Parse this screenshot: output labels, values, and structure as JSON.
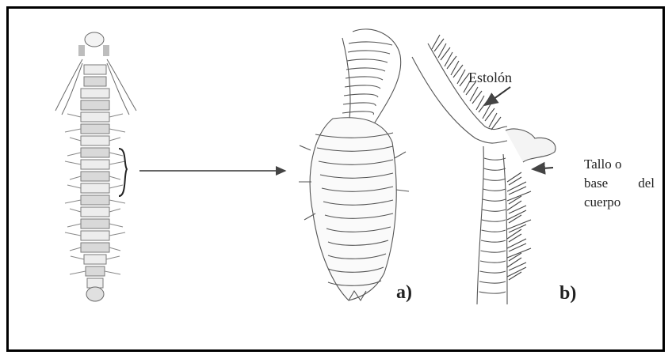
{
  "labels": {
    "estolon": "Estolón",
    "tallo_line1": "Tallo o",
    "tallo_line2a": "base",
    "tallo_line2b": "del",
    "tallo_line3": "cuerpo",
    "panel_a": "a)",
    "panel_b": "b)"
  },
  "colors": {
    "frame": "#000000",
    "ink": "#555555",
    "arrow": "#333333"
  }
}
